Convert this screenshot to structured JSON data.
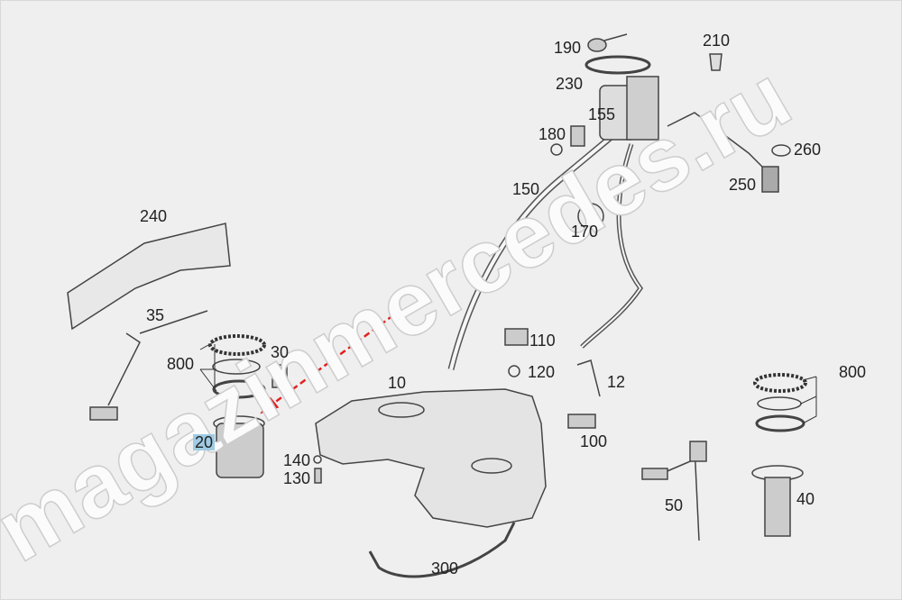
{
  "diagram": {
    "labels": {
      "p190": "190",
      "p210": "210",
      "p230": "230",
      "p155": "155",
      "p180": "180",
      "p260": "260",
      "p250": "250",
      "p150": "150",
      "p170": "170",
      "p240": "240",
      "p35": "35",
      "p800a": "800",
      "p30": "30",
      "p10": "10",
      "p110": "110",
      "p120": "120",
      "p12": "12",
      "p100": "100",
      "p140": "140",
      "p130": "130",
      "p20": "20",
      "p50": "50",
      "p40": "40",
      "p800b": "800",
      "p300": "300"
    },
    "highlighted_part": "20",
    "watermark": "magazinmercedes.ru",
    "colors": {
      "background": "#efefef",
      "highlight": "#9fcbe3",
      "arrow": "#e02020",
      "lines": "#333333"
    }
  }
}
